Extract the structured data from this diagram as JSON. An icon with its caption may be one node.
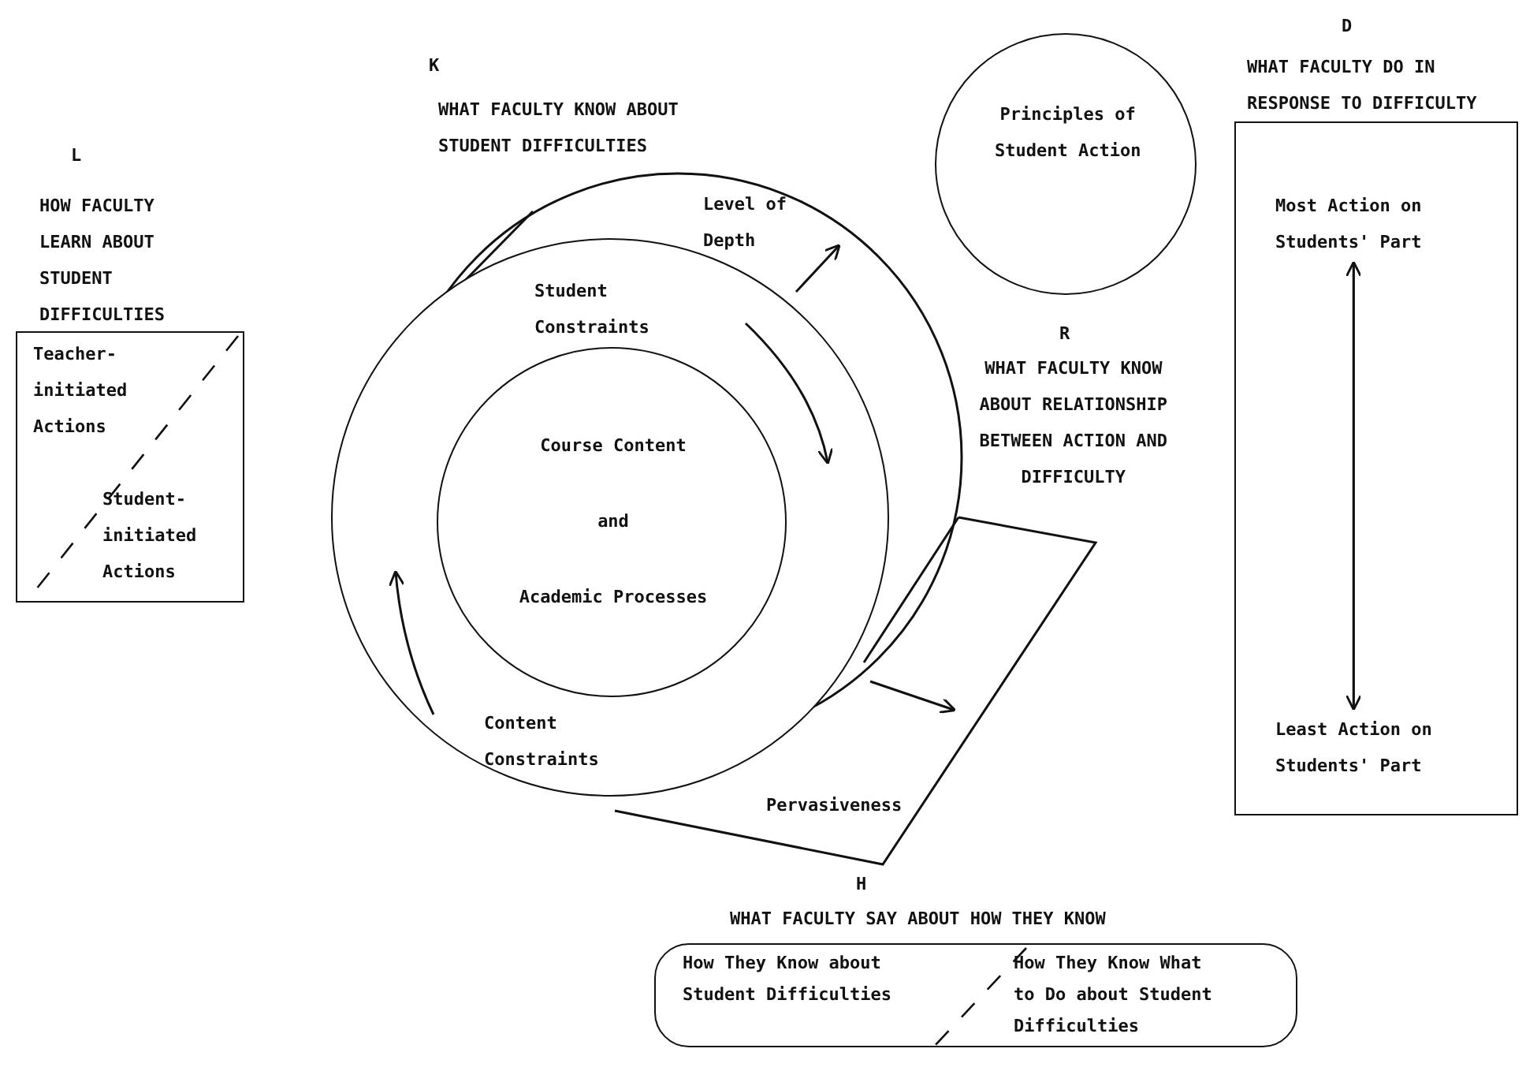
{
  "diagram": {
    "nodes": [
      {
        "text": [
          "L",
          "HOW FACULTY LEARN ABOUT STUDENT DIFFICULTIES",
          "Teacher- initiated Actions",
          "Student- initiated Actions"
        ]
      },
      {
        "text": [
          "K",
          "WHAT FACULTY KNOW ABOUT STUDENT DIFFICULTIES",
          "Level of Depth",
          "Pervasiveness"
        ]
      },
      {
        "text": [
          "Student Constraints",
          "Content Constraints"
        ]
      },
      {
        "text": [
          "Course Content",
          "and",
          "Academic Processes"
        ]
      },
      {
        "text": [
          "Principles of Student Action"
        ]
      },
      {
        "text": [
          "D",
          "WHAT FACULTY DO IN RESPONSE TO DIFFICULTY"
        ]
      },
      {
        "text": [
          "Most Action on Students' Part"
        ],
        "in": 5
      },
      {
        "text": [
          "Least Action on Students' Part"
        ],
        "in": 5
      },
      {
        "text": [
          "H",
          "WHAT FACULTY SAY ABOUT HOW THEY KNOW",
          "How They Know about Student Difficulties",
          "How They Know What to Do about Student Difficulties"
        ]
      }
    ],
    "edges": [
      {
        "from": 6,
        "to": 7,
        "arrow": "both"
      }
    ],
    "labels": [
      "R",
      "WHAT FACULTY KNOW ABOUT RELATIONSHIP BETWEEN ACTION AND DIFFICULTY"
    ]
  }
}
